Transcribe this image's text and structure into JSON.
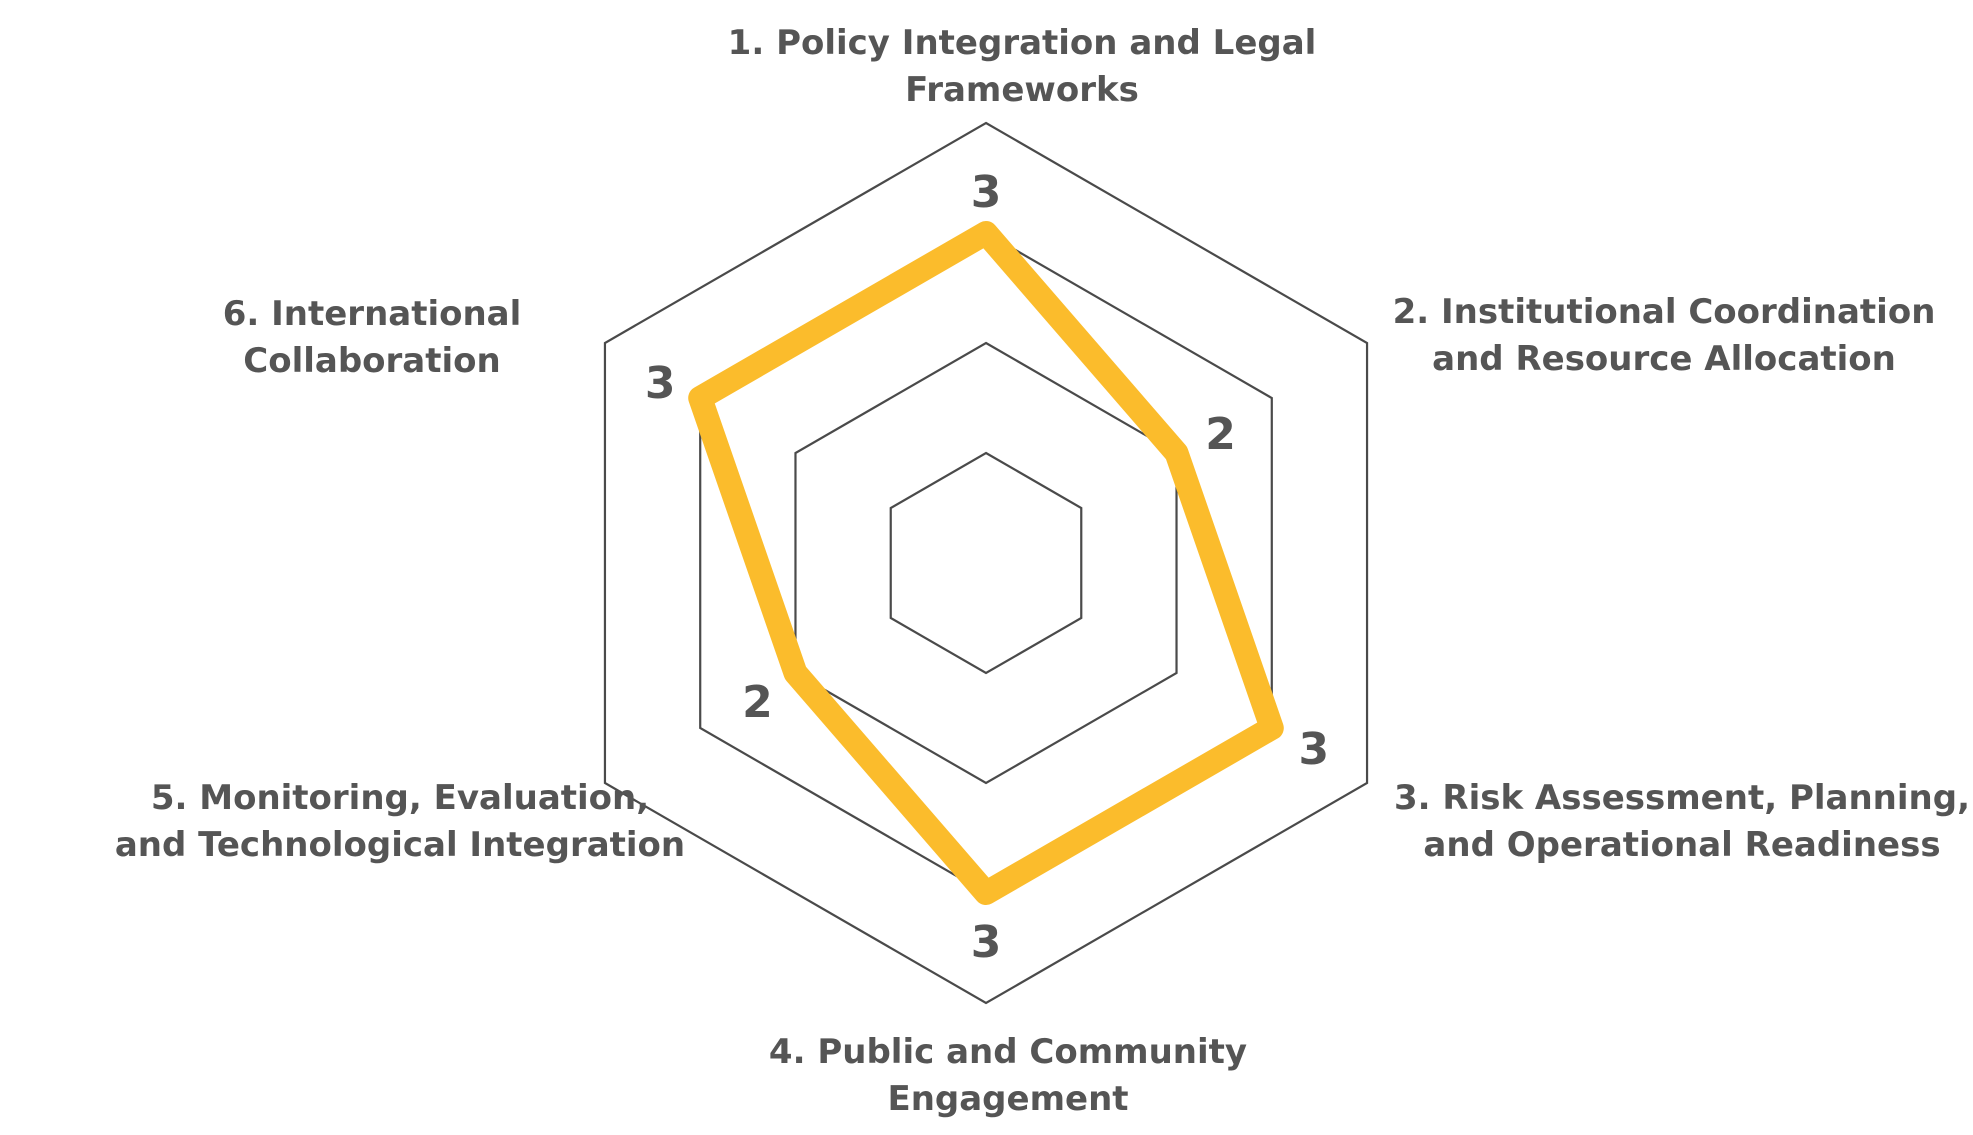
{
  "chart_data": {
    "type": "radar",
    "rmax": 4,
    "grid_levels": [
      1,
      2,
      3,
      4
    ],
    "axes": [
      {
        "label_lines": [
          "1. Policy Integration and Legal",
          "Frameworks"
        ],
        "value": 3
      },
      {
        "label_lines": [
          "2. Institutional Coordination",
          "and Resource Allocation"
        ],
        "value": 2
      },
      {
        "label_lines": [
          "3. Risk Assessment, Planning,",
          "and Operational Readiness"
        ],
        "value": 3
      },
      {
        "label_lines": [
          "4. Public and Community",
          "Engagement"
        ],
        "value": 3
      },
      {
        "label_lines": [
          "5. Monitoring, Evaluation,",
          "and Technological Integration"
        ],
        "value": 2
      },
      {
        "label_lines": [
          "6. International",
          "Collaboration"
        ],
        "value": 3
      }
    ],
    "colors": {
      "series": "#FBBC2C",
      "grid": "#4A4A4A",
      "text": "#555555"
    }
  }
}
